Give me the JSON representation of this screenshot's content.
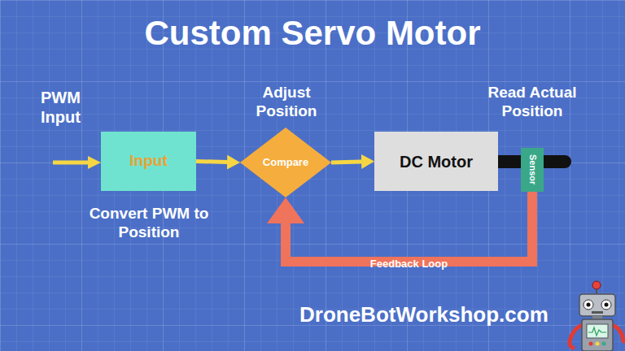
{
  "diagram": {
    "title": "Custom Servo Motor",
    "nodes": [
      {
        "text": [
          "Input"
        ]
      },
      {
        "text": [
          "Compare"
        ]
      },
      {
        "text": [
          "DC Motor"
        ]
      },
      {
        "text": [
          "Sensor"
        ]
      }
    ],
    "edges": [
      {
        "from": 0,
        "to": 1,
        "arrow": "to"
      },
      {
        "from": 1,
        "to": 2,
        "arrow": "to"
      },
      {
        "from": 3,
        "to": 1,
        "label": "Feedback Loop",
        "arrow": "to"
      }
    ],
    "labels": [
      "PWM Input",
      "Adjust Position",
      "Read Actual Position",
      "Convert PWM to Position",
      "DroneBotWorkshop.com"
    ]
  }
}
